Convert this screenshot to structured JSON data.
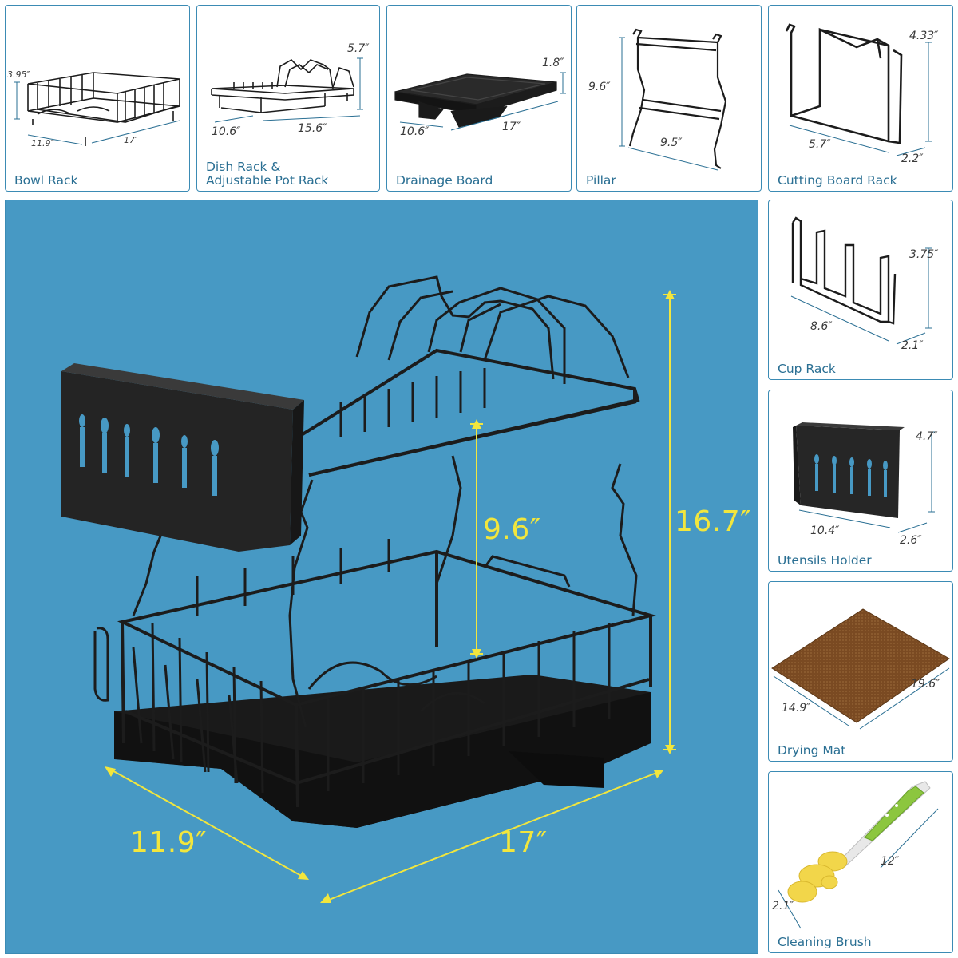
{
  "colors": {
    "panel_border": "#3b8bb4",
    "caption_text": "#2a6f93",
    "hero_background": "#4799c4",
    "measure_yellow": "#f2e63d",
    "product_black": "#1c1c1c"
  },
  "bowl_rack": {
    "caption": "Bowl Rack",
    "height": "3.95″",
    "depth": "11.9″",
    "width": "17″",
    "icon": "bowl-rack-drawing"
  },
  "dish_rack": {
    "caption": "Dish Rack &\nAdjustable Pot Rack",
    "height": "5.7″",
    "depth": "10.6″",
    "width": "15.6″",
    "icon": "dish-rack-drawing"
  },
  "drainage_board": {
    "caption": "Drainage Board",
    "height": "1.8″",
    "depth": "10.6″",
    "width": "17″",
    "icon": "drainage-board-drawing"
  },
  "pillar": {
    "caption": "Pillar",
    "height": "9.6″",
    "width": "9.5″",
    "icon": "pillar-drawing"
  },
  "cutting_board_rack": {
    "caption": "Cutting Board Rack",
    "height": "4.33″",
    "width": "5.7″",
    "depth": "2.2″",
    "icon": "cutting-board-rack-drawing"
  },
  "cup_rack": {
    "caption": "Cup Rack",
    "height": "3.75″",
    "width": "8.6″",
    "depth": "2.1″",
    "icon": "cup-rack-drawing"
  },
  "utensils_holder": {
    "caption": "Utensils Holder",
    "height": "4.7″",
    "width": "10.4″",
    "depth": "2.6″",
    "icon": "utensil-holder-drawing"
  },
  "drying_mat": {
    "caption": "Drying Mat",
    "width": "19.6″",
    "depth": "14.9″",
    "icon": "drying-mat-drawing"
  },
  "cleaning_brush": {
    "caption": "Cleaning Brush",
    "length": "12″",
    "width": "2.1″",
    "icon": "cleaning-brush-drawing"
  },
  "assembled": {
    "total_height": "16.7″",
    "tier_spacing": "9.6″",
    "depth": "11.9″",
    "width": "17″",
    "icon": "assembled-dish-rack-drawing"
  }
}
